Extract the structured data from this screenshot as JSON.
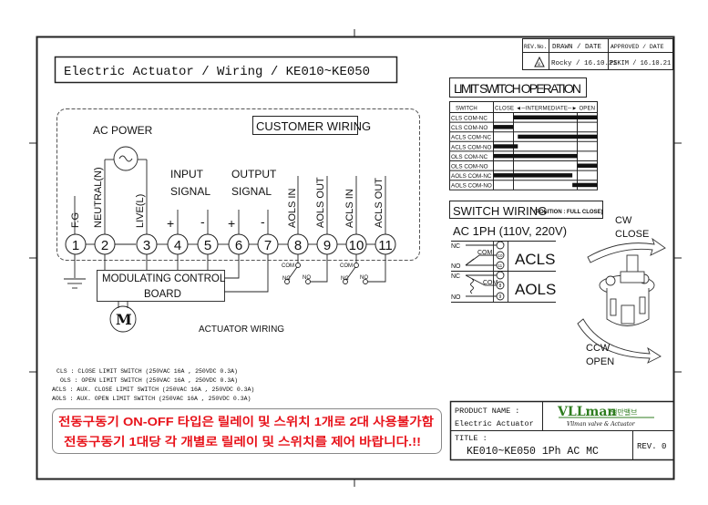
{
  "revision_table": {
    "headers": [
      "REV.No.",
      "DRAWN / DATE",
      "APPROVED / DATE"
    ],
    "drawn": "Rocky / 16.10.21",
    "approved": "PSKIM / 16.10.21",
    "rev_symbol": "0"
  },
  "drawing_title": "Electric Actuator / Wiring / KE010~KE050",
  "limit_switch_operation": {
    "title": "LIMIT SWITCH OPERATION",
    "header_switch": "SWITCH",
    "header_travel": "CLOSE ◄─INTERMEDIATE─► OPEN",
    "rows": [
      {
        "label": "CLS COM-NC",
        "on": [
          0.19,
          1.0
        ]
      },
      {
        "label": "CLS COM-NO",
        "on": [
          0.0,
          0.19
        ]
      },
      {
        "label": "ACLS COM-NC",
        "on": [
          0.235,
          1.0
        ]
      },
      {
        "label": "ACLS COM-NO",
        "on": [
          0.0,
          0.235
        ]
      },
      {
        "label": "OLS COM-NC",
        "on": [
          0.0,
          0.81
        ]
      },
      {
        "label": "OLS COM-NO",
        "on": [
          0.81,
          1.0
        ]
      },
      {
        "label": "AOLS COM-NC",
        "on": [
          0.0,
          0.76
        ]
      },
      {
        "label": "AOLS COM-NO",
        "on": [
          0.76,
          1.0
        ]
      }
    ]
  },
  "switch_wiring": {
    "title": "SWITCH WIRING",
    "subtitle": "(POSITION : FULL CLOSE)",
    "supply": "AC 1PH (110V, 220V)",
    "nc": "NC",
    "no": "NO",
    "com": "COM",
    "acls_label": "ACLS",
    "aols_label": "AOLS",
    "acls_terminals": [
      "10",
      "11"
    ],
    "aols_terminals": [
      "8",
      "9"
    ]
  },
  "rotation": {
    "cw": "CW",
    "close": "CLOSE",
    "ccw": "CCW",
    "open": "OPEN"
  },
  "wiring": {
    "ac_power": "AC POWER",
    "customer_wiring": "CUSTOMER WIRING",
    "input_signal": [
      "INPUT",
      "SIGNAL"
    ],
    "output_signal": [
      "OUTPUT",
      "SIGNAL"
    ],
    "plus": "+",
    "minus": "-",
    "terminal_labels": [
      "F.G",
      "NEUTRAL(N)",
      "LIVE(L)",
      "AOLS IN",
      "AOLS OUT",
      "ACLS IN",
      "ACLS OUT"
    ],
    "terminals": [
      "1",
      "2",
      "3",
      "4",
      "5",
      "6",
      "7",
      "8",
      "9",
      "10",
      "11"
    ],
    "board": [
      "MODULATING CONTROL",
      "BOARD"
    ],
    "motor": "M",
    "com": "COM",
    "nc": "NC",
    "no": "NO",
    "actuator_wiring": "ACTUATOR WIRING"
  },
  "legend": [
    "CLS : CLOSE LIMIT SWITCH (250VAC 16A , 250VDC 0.3A)",
    "OLS : OPEN   LIMIT SWITCH (250VAC 16A , 250VDC 0.3A)",
    "ACLS : AUX. CLOSE LIMIT SWITCH (250VAC 16A , 250VDC 0.3A)",
    "AOLS : AUX. OPEN   LIMIT SWITCH (250VAC 16A , 250VDC 0.3A)"
  ],
  "warning": [
    "전동구동기 ON-OFF 타입은  릴레이 및 스위치 1개로 2대 사용불가함",
    "전동구동기 1대당 각 개별로 릴레이 및 스위치를 제어 바랍니다.!!"
  ],
  "title_block": {
    "product_name_label": "PRODUCT NAME :",
    "product_name": "Electric Actuator",
    "brand": "VLLman",
    "brand_korean": "밸만밸브",
    "brand_tagline": "Vllman valve & Actuator",
    "title_label": "TITLE :",
    "title": "KE010~KE050 1Ph AC MC",
    "rev": "REV. 0"
  },
  "colors": {
    "warning_red": "#e8141c",
    "brand_green": "#2f7d1f"
  }
}
